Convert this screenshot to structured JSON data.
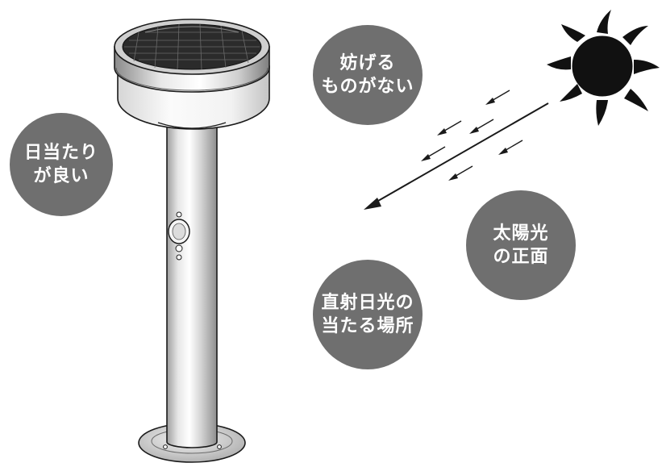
{
  "bubbles": {
    "good_sunlight": {
      "line1": "日当たり",
      "line2": "が良い"
    },
    "no_obstruction": {
      "line1": "妨げる",
      "line2": "ものがない"
    },
    "facing_sun": {
      "line1": "太陽光",
      "line2": "の正面"
    },
    "direct_sunlight": {
      "line1": "直射日光の",
      "line2": "当たる場所"
    }
  },
  "colors": {
    "bubble": "#6f6f6f",
    "line": "#1a1a1a",
    "sun": "#111111",
    "metal_light": "#f2f2f2",
    "metal_dark": "#9a9a9a",
    "panel": "#2b2b2b"
  },
  "icons": [
    "solar-garden-light",
    "sun-icon",
    "sunlight-arrow"
  ]
}
